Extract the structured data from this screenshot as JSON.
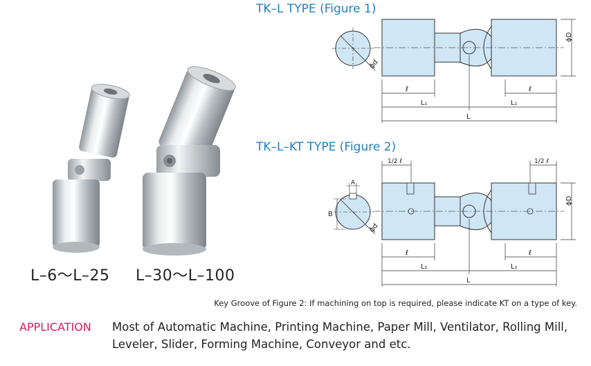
{
  "figure1": {
    "title": "TK–L TYPE (Figure 1)",
    "dims": {
      "l": "ℓ",
      "L1": "L₁",
      "L": "L",
      "d": "ϕd",
      "D": "ϕD"
    }
  },
  "figure2": {
    "title": "TK–L–KT TYPE (Figure 2)",
    "dims": {
      "half_l": "1/2 ℓ",
      "A": "A",
      "B": "B",
      "l": "ℓ",
      "L1": "L₁",
      "L": "L",
      "d": "ϕd",
      "D": "ϕD"
    }
  },
  "products": {
    "small_range": "L–6〜L–25",
    "large_range": "L–30〜L–100"
  },
  "note": "Key Groove of Figure 2: If machining on top is required, please indicate KT on a type of key.",
  "application": {
    "label": "APPLICATION",
    "line1": "Most of Automatic Machine, Printing Machine, Paper Mill, Ventilator, Rolling Mill,",
    "line2": "Leveler, Slider, Forming Machine, Conveyor and etc."
  },
  "colors": {
    "title_blue": "#1f7fc4",
    "application_pink": "#d81b60",
    "part_fill": "#cfe6f5"
  }
}
